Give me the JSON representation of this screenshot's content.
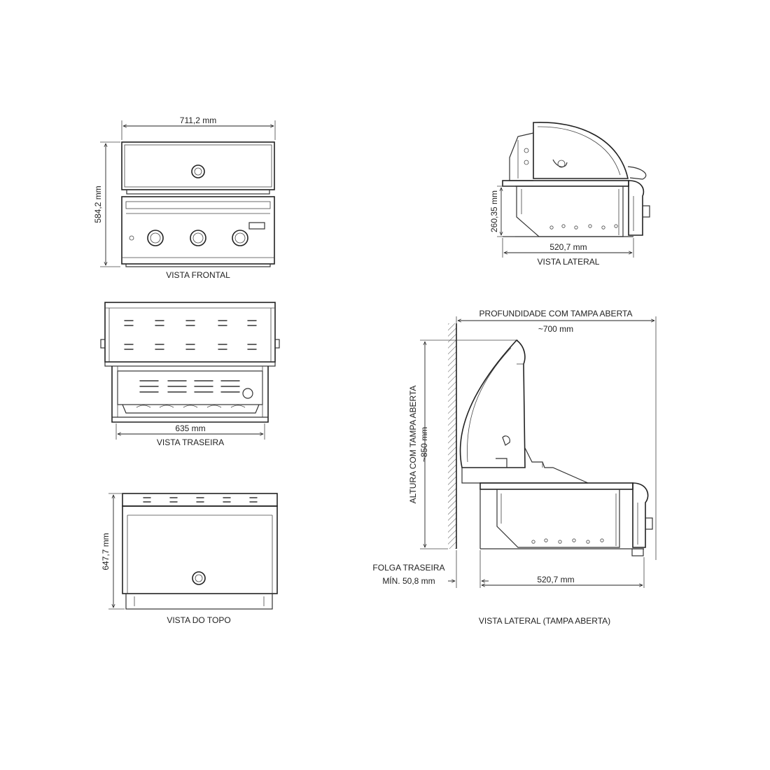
{
  "views": {
    "front": {
      "title": "VISTA FRONTAL",
      "width": "711,2 mm",
      "height": "584,2 mm"
    },
    "side": {
      "title": "VISTA LATERAL",
      "height": "260,35 mm",
      "depth": "520,7 mm"
    },
    "rear": {
      "title": "VISTA TRASEIRA",
      "width": "635 mm"
    },
    "top": {
      "title": "VISTA DO TOPO",
      "depth": "647,7 mm"
    },
    "side_open": {
      "title": "VISTA LATERAL (TAMPA ABERTA)",
      "depth_label": "PROFUNDIDADE COM TAMPA ABERTA",
      "depth_value": "~700 mm",
      "height_label": "ALTURA COM TAMPA ABERTA",
      "height_value": "~850 mm",
      "clearance_label": "FOLGA TRASEIRA",
      "clearance_value": "MÍN. 50,8 mm",
      "body_depth": "520,7 mm"
    }
  },
  "colors": {
    "line": "#333333",
    "text": "#222222",
    "background": "#ffffff"
  }
}
